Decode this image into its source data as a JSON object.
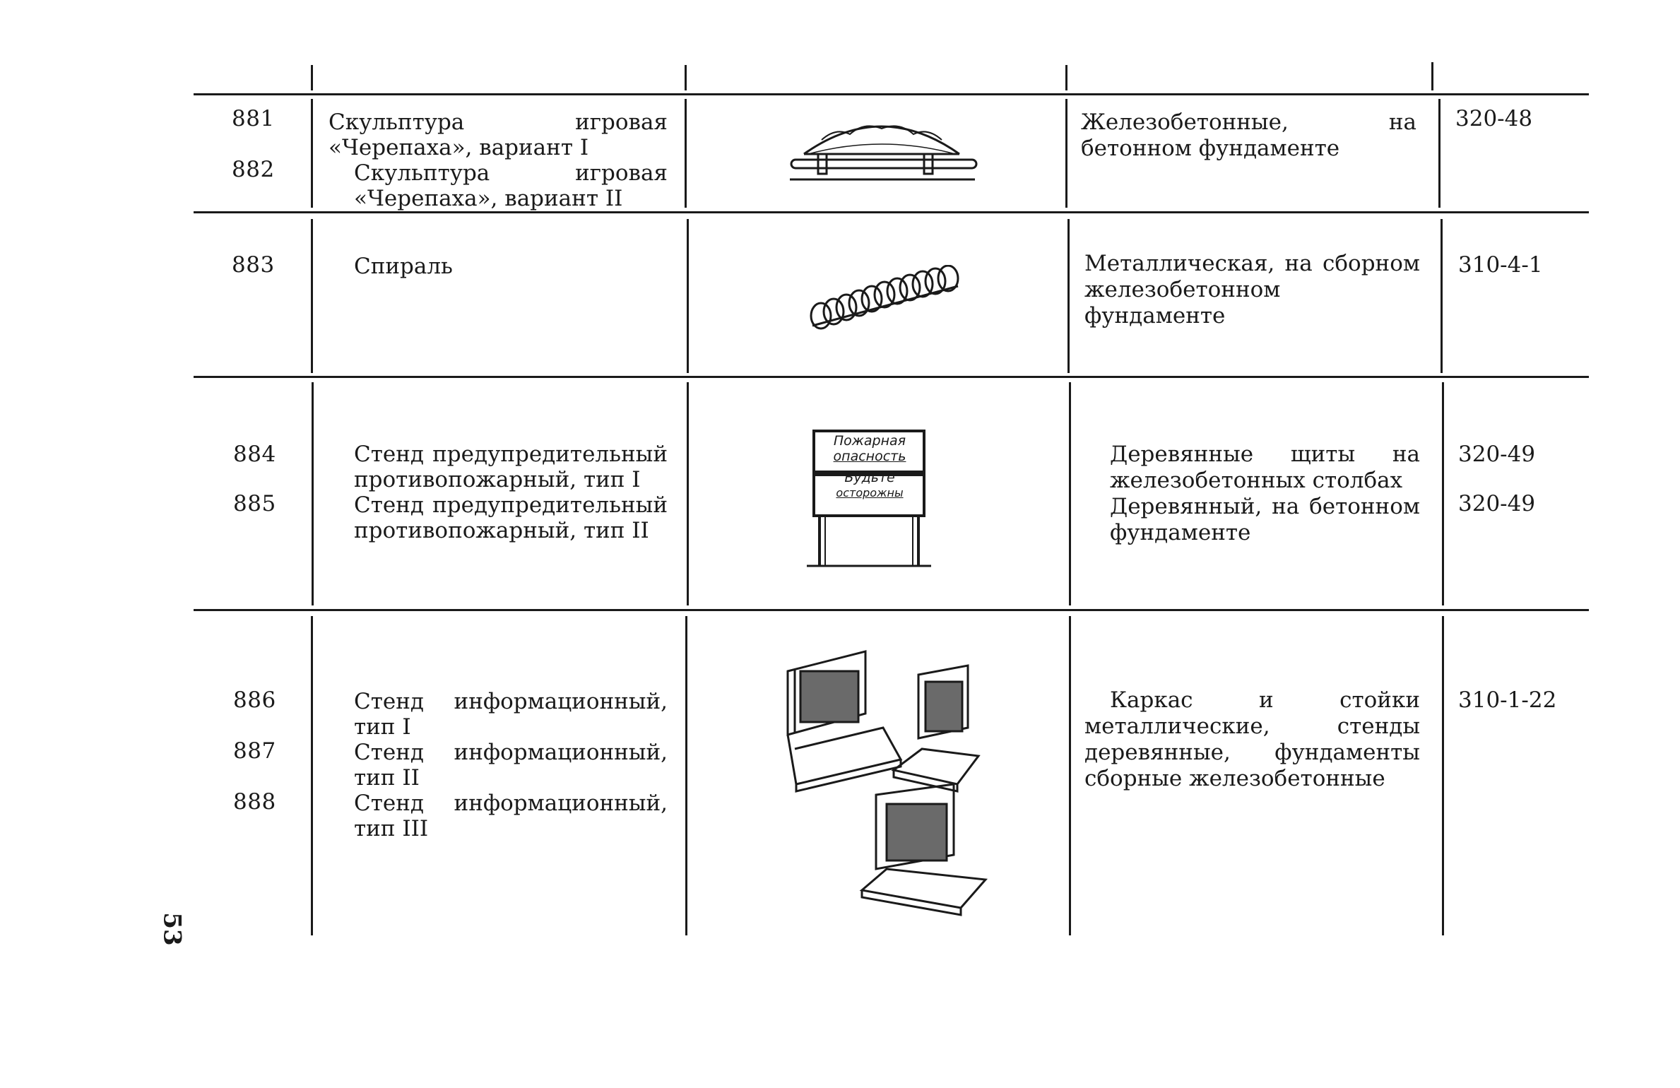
{
  "page_number": "53",
  "rows": [
    {
      "numbers": [
        "881",
        "882"
      ],
      "names": [
        "Скульптура игровая «Черепаха», вариант I",
        "Скульптура игровая «Черепаха», вариант II"
      ],
      "image": "turtle-sculpture",
      "material": "Железобетонные, на бетонном фундаменте",
      "codes": [
        "320-48"
      ]
    },
    {
      "numbers": [
        "883"
      ],
      "names": [
        "Спираль"
      ],
      "image": "spiral",
      "material": "Металлическая, на сборном железобетонном фундаменте",
      "codes": [
        "310-4-1"
      ]
    },
    {
      "numbers": [
        "884",
        "885"
      ],
      "names": [
        "Стенд предупредительный противопожарный, тип I",
        "Стенд предупредительный противопожарный, тип II"
      ],
      "image": "fire-warning-stand",
      "sign_text": [
        "Пожарная",
        "опасность",
        "Будьте",
        "осторожны"
      ],
      "materials": [
        "Деревянные щиты на железобетонных столбах",
        "Деревянный, на бетонном фундаменте"
      ],
      "codes": [
        "320-49",
        "320-49"
      ]
    },
    {
      "numbers": [
        "886",
        "887",
        "888"
      ],
      "names": [
        "Стенд информационный, тип I",
        "Стенд информационный, тип II",
        "Стенд информационный, тип III"
      ],
      "image": "information-stands",
      "material": "Каркас и стойки металлические, стенды деревянные, фундаменты сборные железобетонные",
      "codes": [
        "310-1-22"
      ]
    }
  ]
}
